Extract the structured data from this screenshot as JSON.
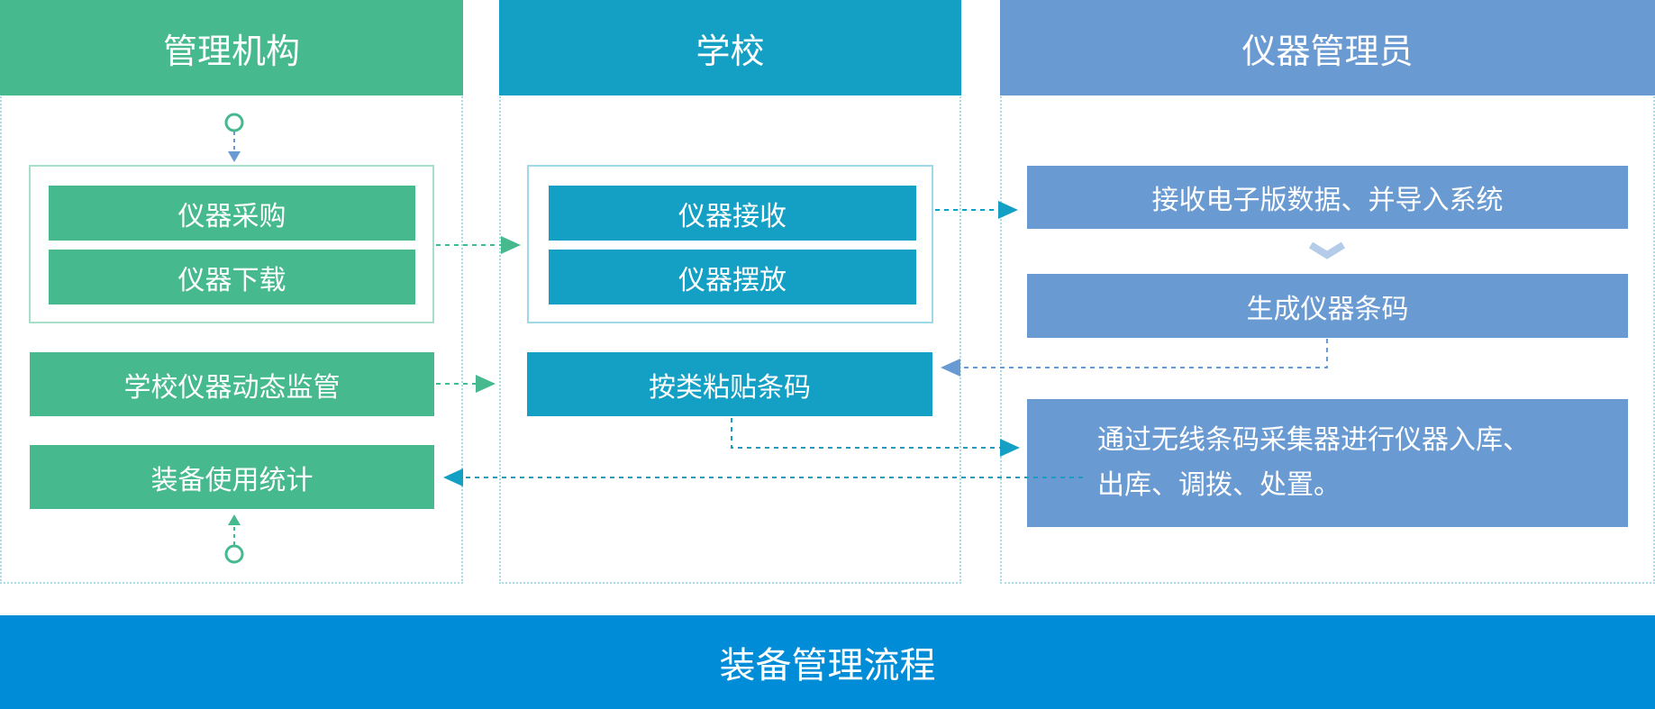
{
  "lanes": {
    "admin": {
      "title": "管理机构"
    },
    "school": {
      "title": "学校"
    },
    "keeper": {
      "title": "仪器管理员"
    }
  },
  "admin": {
    "purchase": "仪器采购",
    "download": "仪器下载",
    "monitor": "学校仪器动态监管",
    "stats": "装备使用统计"
  },
  "school": {
    "receive": "仪器接收",
    "place": "仪器摆放",
    "label": "按类粘贴条码"
  },
  "keeper": {
    "import": "接收电子版数据、并导入系统",
    "generate": "生成仪器条码",
    "operate_line1": "通过无线条码采集器进行仪器入库、",
    "operate_line2": "出库、调拨、处置。"
  },
  "footer": {
    "title": "装备管理流程"
  },
  "colors": {
    "admin": "#46b98f",
    "school": "#14a0c4",
    "keeper": "#6a9ad2",
    "footer": "#008cd6",
    "dotted_line": "#a9dce4"
  }
}
